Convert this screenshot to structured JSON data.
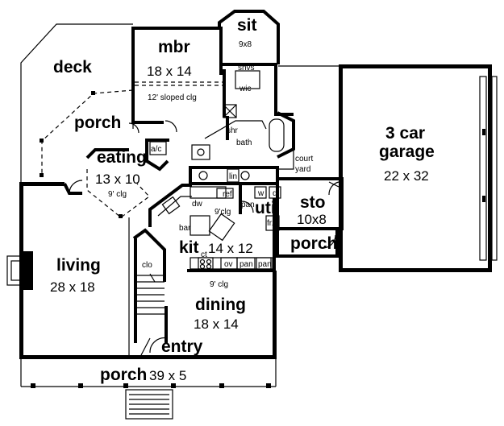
{
  "rooms": {
    "deck": {
      "name": "deck"
    },
    "mbr": {
      "name": "mbr",
      "size": "18 x 14",
      "note": "12' sloped clg"
    },
    "sit": {
      "name": "sit",
      "size": "9x8"
    },
    "porch_back": {
      "name": "porch"
    },
    "eating": {
      "name": "eating",
      "size": "13 x 10",
      "ceiling": "9' clg"
    },
    "garage": {
      "name": "3 car garage",
      "line1": "3 car",
      "line2": "garage",
      "size": "22 x 32"
    },
    "court_yard": {
      "line1": "court",
      "line2": "yard"
    },
    "sto": {
      "name": "sto",
      "size": "10x8"
    },
    "util": {
      "name": "util"
    },
    "porch_side": {
      "name": "porch"
    },
    "kit": {
      "name": "kit",
      "size": "14 x 12",
      "ceiling": "9'clg"
    },
    "living": {
      "name": "living",
      "size": "28 x 18"
    },
    "dining": {
      "name": "dining",
      "size": "18 x 14",
      "ceiling": "9' clg"
    },
    "entry": {
      "name": "entry"
    },
    "porch_front": {
      "name": "porch",
      "size": "39 x 5"
    }
  },
  "fixtures": {
    "shvs": "shvs",
    "wic": "wic",
    "shr": "shr",
    "bath": "bath",
    "ac": "a/c",
    "lin": "lin",
    "ref": "ref",
    "dw": "dw",
    "w": "w",
    "d": "d",
    "pan_util": "pan",
    "frz": "frz",
    "bar": "bar",
    "clo": "clo",
    "ct": "ct",
    "ov": "ov",
    "pan1": "pan",
    "pan2": "pan"
  }
}
